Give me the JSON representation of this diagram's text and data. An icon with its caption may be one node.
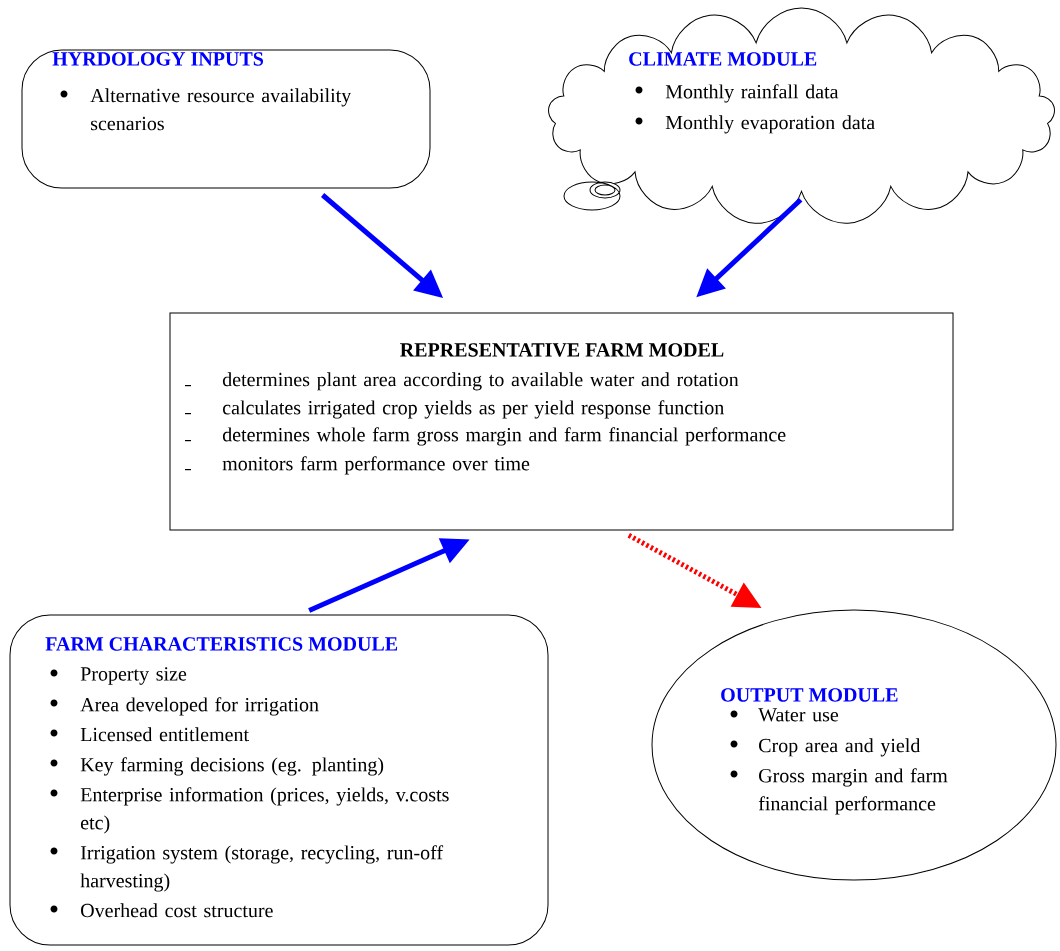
{
  "diagram": {
    "nodes": [
      {
        "text": [
          "HYRDOLOGY INPUTS",
          "Alternative resource availability scenarios"
        ]
      },
      {
        "text": [
          "CLIMATE MODULE",
          "Monthly rainfall data",
          "Monthly evaporation data"
        ]
      },
      {
        "text": [
          "REPRESENTATIVE FARM MODEL",
          "determines plant area according to available water and rotation",
          "calculates irrigated crop yields as per yield response function",
          "determines whole farm gross margin and farm financial performance",
          "monitors farm performance over time"
        ]
      },
      {
        "text": [
          "FARM CHARACTERISTICS MODULE",
          "Property size",
          "Area developed for irrigation",
          "Licensed entitlement",
          "Key farming decisions (eg. planting)",
          "Enterprise information (prices, yields, v.costs etc)",
          "Irrigation system (storage, recycling, run-off harvesting)",
          "Overhead cost structure"
        ]
      },
      {
        "text": [
          "OUTPUT MODULE",
          "Water use",
          "Crop area and yield",
          "Gross margin and farm financial  performance"
        ]
      }
    ],
    "edges": [
      {
        "from": 0,
        "to": 2,
        "arrow": "to"
      },
      {
        "from": 1,
        "to": 2,
        "arrow": "to"
      },
      {
        "from": 3,
        "to": 2,
        "arrow": "to"
      },
      {
        "from": 2,
        "to": 4,
        "arrow": "to",
        "style": "dashed",
        "color": "#ff0000"
      }
    ]
  }
}
